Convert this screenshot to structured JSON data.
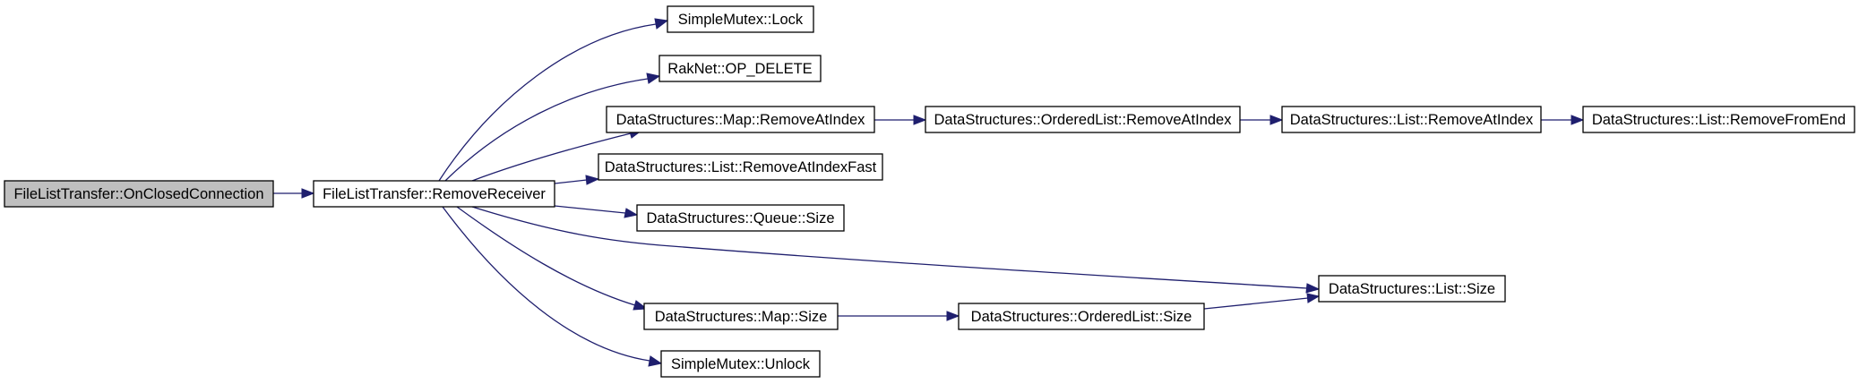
{
  "graph": {
    "colors": {
      "edge": "#1f1f6e",
      "root_fill": "#bfbfbf",
      "node_fill": "#ffffff",
      "border": "#000000"
    },
    "nodes": {
      "n0": "FileListTransfer::OnClosedConnection",
      "n1": "FileListTransfer::RemoveReceiver",
      "n2": "SimpleMutex::Lock",
      "n3": "RakNet::OP_DELETE",
      "n4": "DataStructures::Map::RemoveAtIndex",
      "n5": "DataStructures::List::RemoveAtIndexFast",
      "n6": "DataStructures::Queue::Size",
      "n7": "DataStructures::Map::Size",
      "n8": "SimpleMutex::Unlock",
      "n9": "DataStructures::OrderedList::RemoveAtIndex",
      "n10": "DataStructures::List::RemoveAtIndex",
      "n11": "DataStructures::List::RemoveFromEnd",
      "n12": "DataStructures::List::Size",
      "n13": "DataStructures::OrderedList::Size"
    },
    "edges": [
      [
        "n0",
        "n1"
      ],
      [
        "n1",
        "n2"
      ],
      [
        "n1",
        "n3"
      ],
      [
        "n1",
        "n4"
      ],
      [
        "n1",
        "n5"
      ],
      [
        "n1",
        "n6"
      ],
      [
        "n1",
        "n12"
      ],
      [
        "n1",
        "n7"
      ],
      [
        "n1",
        "n8"
      ],
      [
        "n4",
        "n9"
      ],
      [
        "n9",
        "n10"
      ],
      [
        "n10",
        "n11"
      ],
      [
        "n7",
        "n13"
      ],
      [
        "n13",
        "n12"
      ]
    ]
  }
}
